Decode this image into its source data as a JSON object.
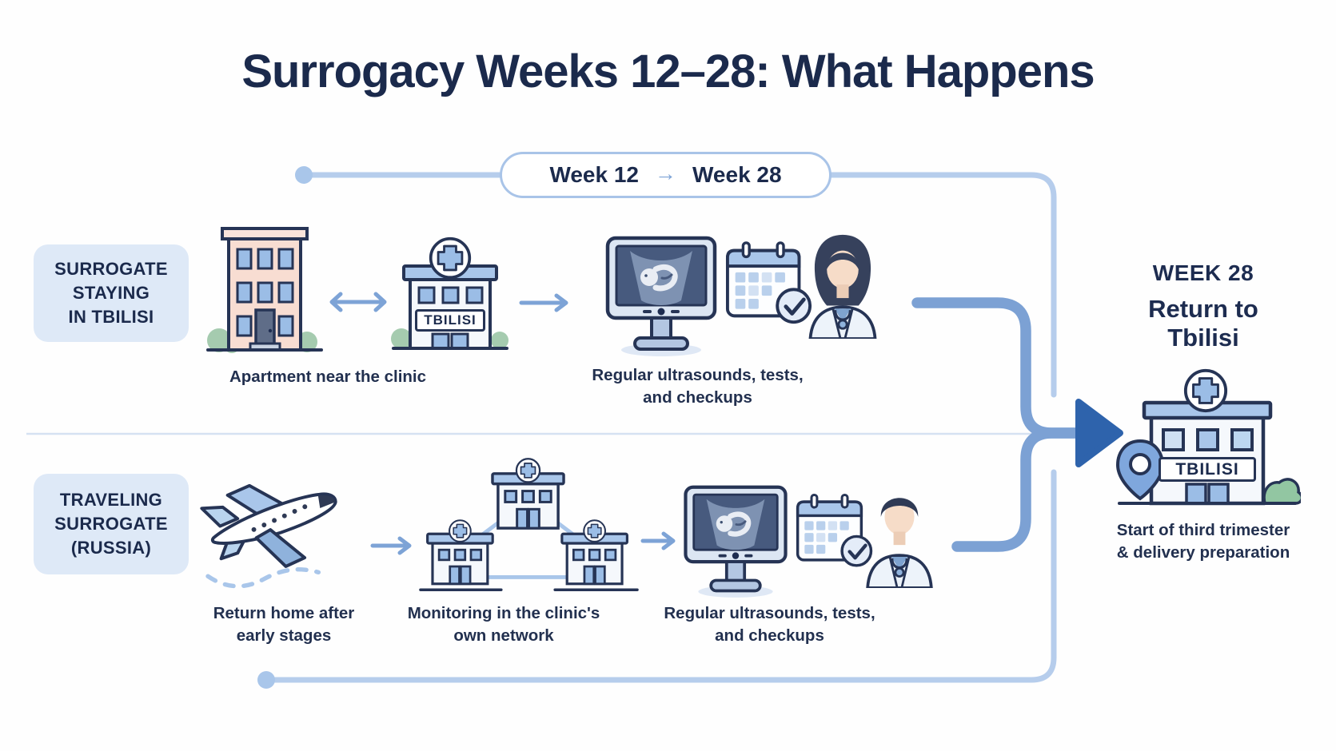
{
  "title": "Surrogacy Weeks 12–28: What Happens",
  "timeline": {
    "start": "Week 12",
    "arrow": "→",
    "end": "Week 28"
  },
  "rows": [
    {
      "label_lines": [
        "SURROGATE",
        "STAYING",
        "IN TBILISI"
      ],
      "clinic_sign": "TBILISI",
      "caption_apartment": "Apartment near the clinic",
      "caption_checkups": [
        "Regular ultrasounds, tests,",
        "and checkups"
      ]
    },
    {
      "label_lines": [
        "TRAVELING",
        "SURROGATE",
        "(RUSSIA)"
      ],
      "caption_return": [
        "Return home after",
        "early stages"
      ],
      "caption_network": [
        "Monitoring in the clinic's",
        "own network"
      ],
      "caption_checkups": [
        "Regular ultrasounds, tests,",
        "and checkups"
      ]
    }
  ],
  "destination": {
    "week_label": "WEEK 28",
    "title_lines": [
      "Return to",
      "Tbilisi"
    ],
    "clinic_sign": "TBILISI",
    "caption_lines": [
      "Start of third trimester",
      "& delivery preparation"
    ]
  },
  "icons": {
    "week_arrow": "→",
    "shuttle_arrow": "↔",
    "step_arrow": "→",
    "list": [
      "apartment-icon",
      "clinic-icon",
      "ultrasound-monitor-icon",
      "calendar-check-icon",
      "doctor-female-icon",
      "airplane-icon",
      "clinic-network-icon",
      "doctor-male-icon",
      "destination-clinic-icon",
      "location-pin-icon",
      "medical-cross-icon",
      "merge-arrowhead-icon"
    ]
  },
  "colors": {
    "navy_text": "#1b2a4c",
    "outline_navy": "#263455",
    "light_timeline": "#b6cdec",
    "flow_line": "#7ca1d4",
    "merge_arrow": "#2e63ac",
    "row_label_bg": "#dee9f7",
    "window_blue": "#9bbde6",
    "apartment_pink": "#f8ddd2",
    "bush_green": "#a5cbaf",
    "divider": "#d5e1f2"
  }
}
